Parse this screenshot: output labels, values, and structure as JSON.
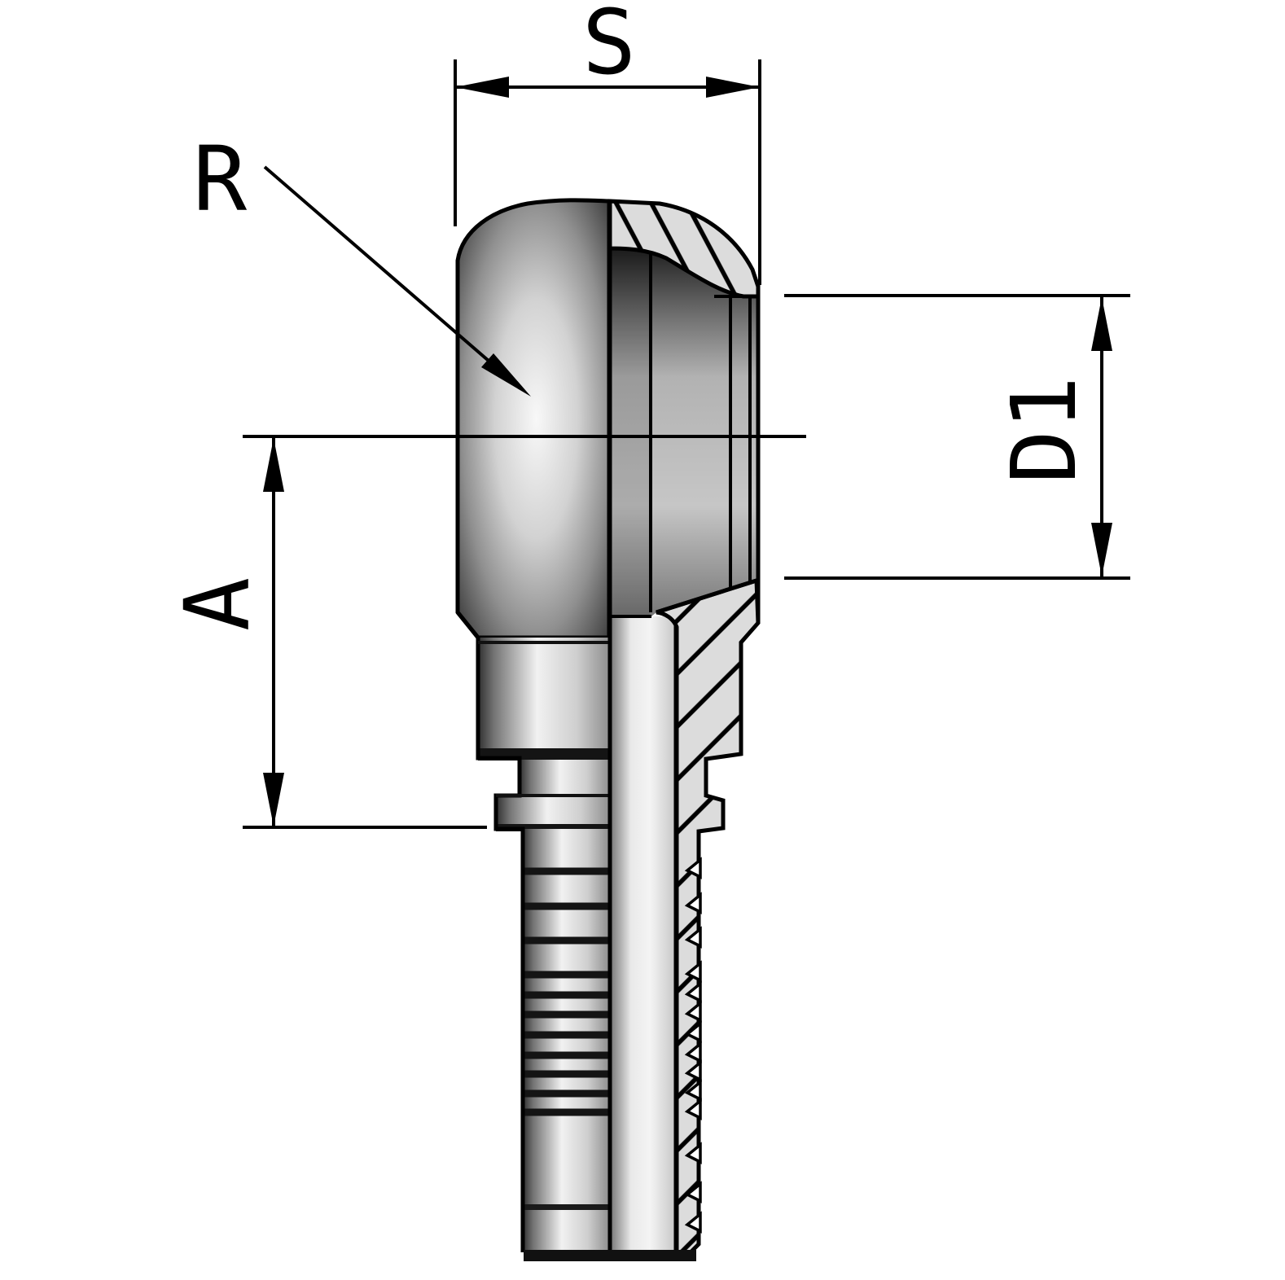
{
  "drawing": {
    "description": "half-section technical drawing of a banjo ball-end hose fitting with barbed shank",
    "labels": {
      "width_across_flats": "S",
      "sphere_radius": "R",
      "seat_diameter": "D1",
      "length": "A"
    },
    "colors": {
      "background": "#ffffff",
      "line": "#000000",
      "hatch_fill": "#dcdcdc",
      "shadow_band": "#141414"
    }
  }
}
